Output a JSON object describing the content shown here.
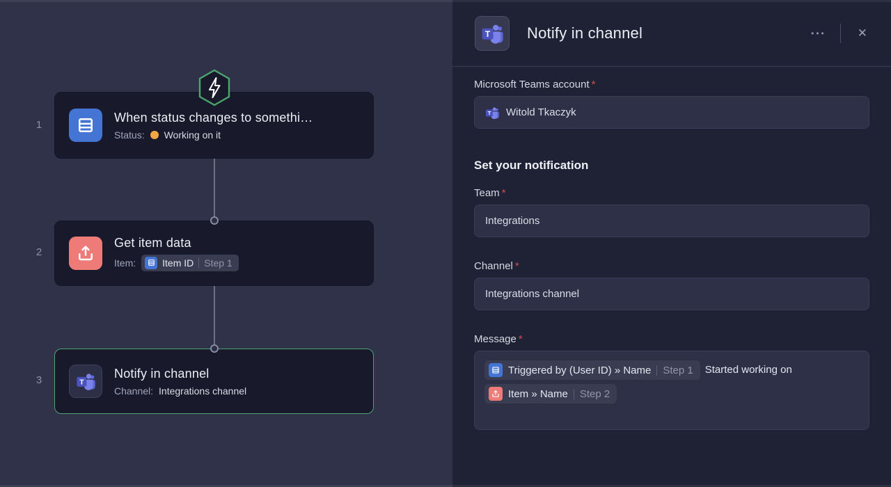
{
  "canvas": {
    "steps": [
      {
        "number": "1",
        "icon": "board-icon",
        "title": "When status changes to somethi…",
        "subtitle_label": "Status:",
        "status_value": "Working on it",
        "status_color": "#f2a644"
      },
      {
        "number": "2",
        "icon": "upload-icon",
        "title": "Get item data",
        "subtitle_label": "Item:",
        "chip": {
          "icon": "board-icon",
          "label": "Item ID",
          "step": "Step 1"
        }
      },
      {
        "number": "3",
        "icon": "teams-icon",
        "title": "Notify in channel",
        "subtitle_label": "Channel:",
        "subtitle_value": "Integrations channel",
        "selected": true
      }
    ],
    "trigger_badge_icon": "lightning-hexagon-icon",
    "accent_green": "#4fa173"
  },
  "panel": {
    "app_icon": "microsoft-teams-icon",
    "title": "Notify in channel",
    "menu_icon": "•••",
    "close_icon": "✕",
    "required_mark": "*",
    "account_label": "Microsoft Teams account",
    "account_value": "Witold Tkaczyk",
    "section_heading": "Set your notification",
    "team_label": "Team",
    "team_value": "Integrations",
    "channel_label": "Channel",
    "channel_value": "Integrations channel",
    "message_label": "Message",
    "message": {
      "chip1": {
        "icon": "board-icon",
        "label": "Triggered by (User ID) » Name",
        "step": "Step 1"
      },
      "text_after_chip1": "Started working on",
      "chip2": {
        "icon": "upload-icon",
        "label": "Item » Name",
        "step": "Step 2"
      }
    }
  },
  "colors": {
    "canvas_bg": "#30324a",
    "panel_bg": "#1f2134",
    "card_bg": "#181a2c",
    "field_bg": "#2d3047",
    "chip_bg": "#3a3d52",
    "blue_icon": "#4474d4",
    "salmon_icon": "#ee7b77",
    "teams_purple": "#4b53bf",
    "status_orange": "#f2a644",
    "selected_green": "#4fa173",
    "required_red": "#d14f4f"
  }
}
